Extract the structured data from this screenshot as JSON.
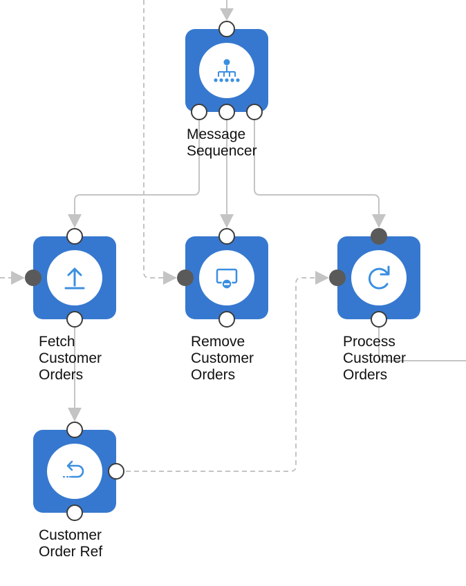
{
  "colors": {
    "node_fill": "#3678cf",
    "icon_color": "#3b8fe0",
    "connector": "#c4c4c4",
    "port_filled": "#5a5a5a",
    "port_open": "#ffffff",
    "port_stroke": "#3b3b3b",
    "label": "#111111"
  },
  "nodes": [
    {
      "id": "message-sequencer",
      "icon": "sequencer-icon",
      "label_lines": [
        "Message",
        "Sequencer"
      ]
    },
    {
      "id": "fetch-customer-orders",
      "icon": "upload-icon",
      "label_lines": [
        "Fetch",
        "Customer",
        "Orders"
      ]
    },
    {
      "id": "remove-customer-orders",
      "icon": "remove-icon",
      "label_lines": [
        "Remove",
        "Customer",
        "Orders"
      ]
    },
    {
      "id": "process-customer-orders",
      "icon": "refresh-icon",
      "label_lines": [
        "Process",
        "Customer",
        "Orders"
      ]
    },
    {
      "id": "customer-order-ref",
      "icon": "return-icon",
      "label_lines": [
        "Customer",
        "Order Ref"
      ]
    }
  ],
  "connections": [
    {
      "from": "message-sequencer",
      "to": "fetch-customer-orders",
      "style": "solid"
    },
    {
      "from": "message-sequencer",
      "to": "remove-customer-orders",
      "style": "solid"
    },
    {
      "from": "message-sequencer",
      "to": "process-customer-orders",
      "style": "solid"
    },
    {
      "from": "fetch-customer-orders",
      "to": "customer-order-ref",
      "style": "solid"
    },
    {
      "from": "customer-order-ref",
      "to": "process-customer-orders",
      "style": "dashed"
    }
  ]
}
